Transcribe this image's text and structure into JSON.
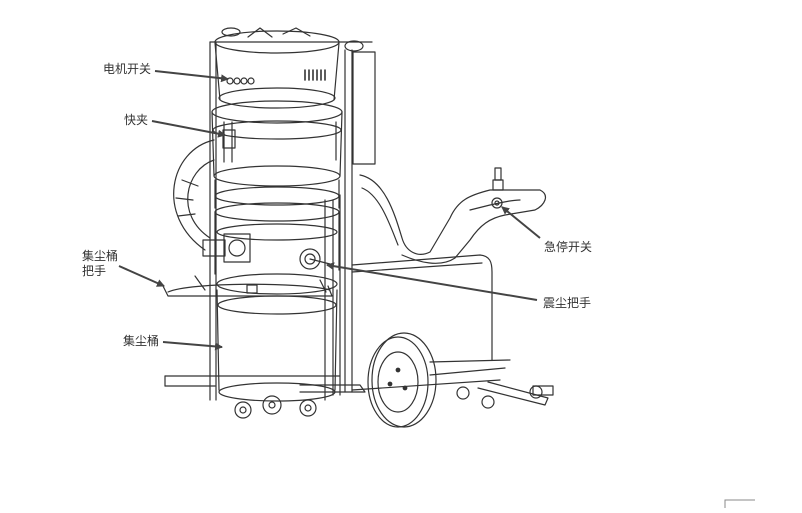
{
  "labels": {
    "motor_switch": "电机开关",
    "quick_clamp": "快夹",
    "dust_bucket_handle_line1": "集尘桶",
    "dust_bucket_handle_line2": "把手",
    "dust_bucket": "集尘桶",
    "emergency_stop": "急停开关",
    "dust_shake_handle": "震尘把手"
  },
  "colors": {
    "line": "#333333",
    "leader": "#444444",
    "background": "#ffffff"
  }
}
